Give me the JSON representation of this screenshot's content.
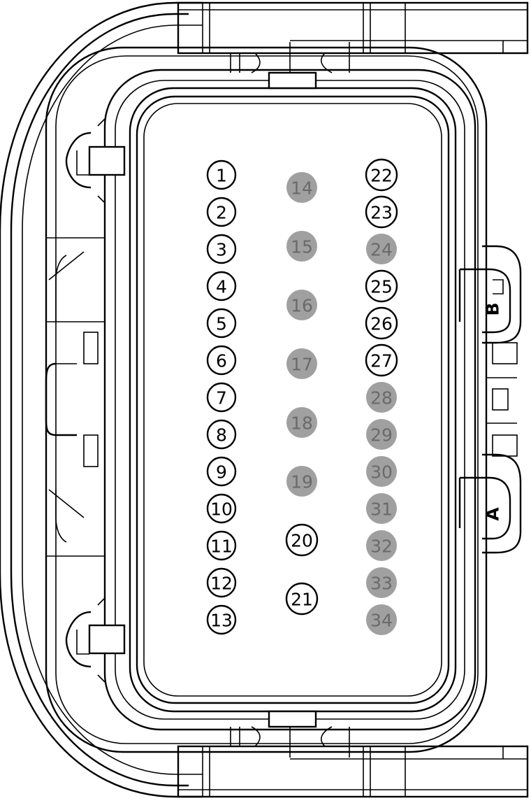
{
  "connector": {
    "key_labels": {
      "a": "A",
      "b": "B"
    },
    "colors": {
      "outline": "#000000",
      "populated_fill": "#ffffff",
      "unpopulated_fill": "#a0a0a0",
      "unpopulated_text": "#6a6a6a"
    },
    "columns": [
      {
        "name": "left",
        "pins": [
          {
            "label": "1",
            "populated": true
          },
          {
            "label": "2",
            "populated": true
          },
          {
            "label": "3",
            "populated": true
          },
          {
            "label": "4",
            "populated": true
          },
          {
            "label": "5",
            "populated": true
          },
          {
            "label": "6",
            "populated": true
          },
          {
            "label": "7",
            "populated": true
          },
          {
            "label": "8",
            "populated": true
          },
          {
            "label": "9",
            "populated": true
          },
          {
            "label": "10",
            "populated": true
          },
          {
            "label": "11",
            "populated": true
          },
          {
            "label": "12",
            "populated": true
          },
          {
            "label": "13",
            "populated": true
          }
        ]
      },
      {
        "name": "middle",
        "pins": [
          {
            "label": "14",
            "populated": false
          },
          {
            "label": "15",
            "populated": false
          },
          {
            "label": "16",
            "populated": false
          },
          {
            "label": "17",
            "populated": false
          },
          {
            "label": "18",
            "populated": false
          },
          {
            "label": "19",
            "populated": false
          },
          {
            "label": "20",
            "populated": true
          },
          {
            "label": "21",
            "populated": true
          }
        ]
      },
      {
        "name": "right",
        "pins": [
          {
            "label": "22",
            "populated": true
          },
          {
            "label": "23",
            "populated": true
          },
          {
            "label": "24",
            "populated": false
          },
          {
            "label": "25",
            "populated": true
          },
          {
            "label": "26",
            "populated": true
          },
          {
            "label": "27",
            "populated": true
          },
          {
            "label": "28",
            "populated": false
          },
          {
            "label": "29",
            "populated": false
          },
          {
            "label": "30",
            "populated": false
          },
          {
            "label": "31",
            "populated": false
          },
          {
            "label": "32",
            "populated": false
          },
          {
            "label": "33",
            "populated": false
          },
          {
            "label": "34",
            "populated": false
          }
        ]
      }
    ]
  }
}
